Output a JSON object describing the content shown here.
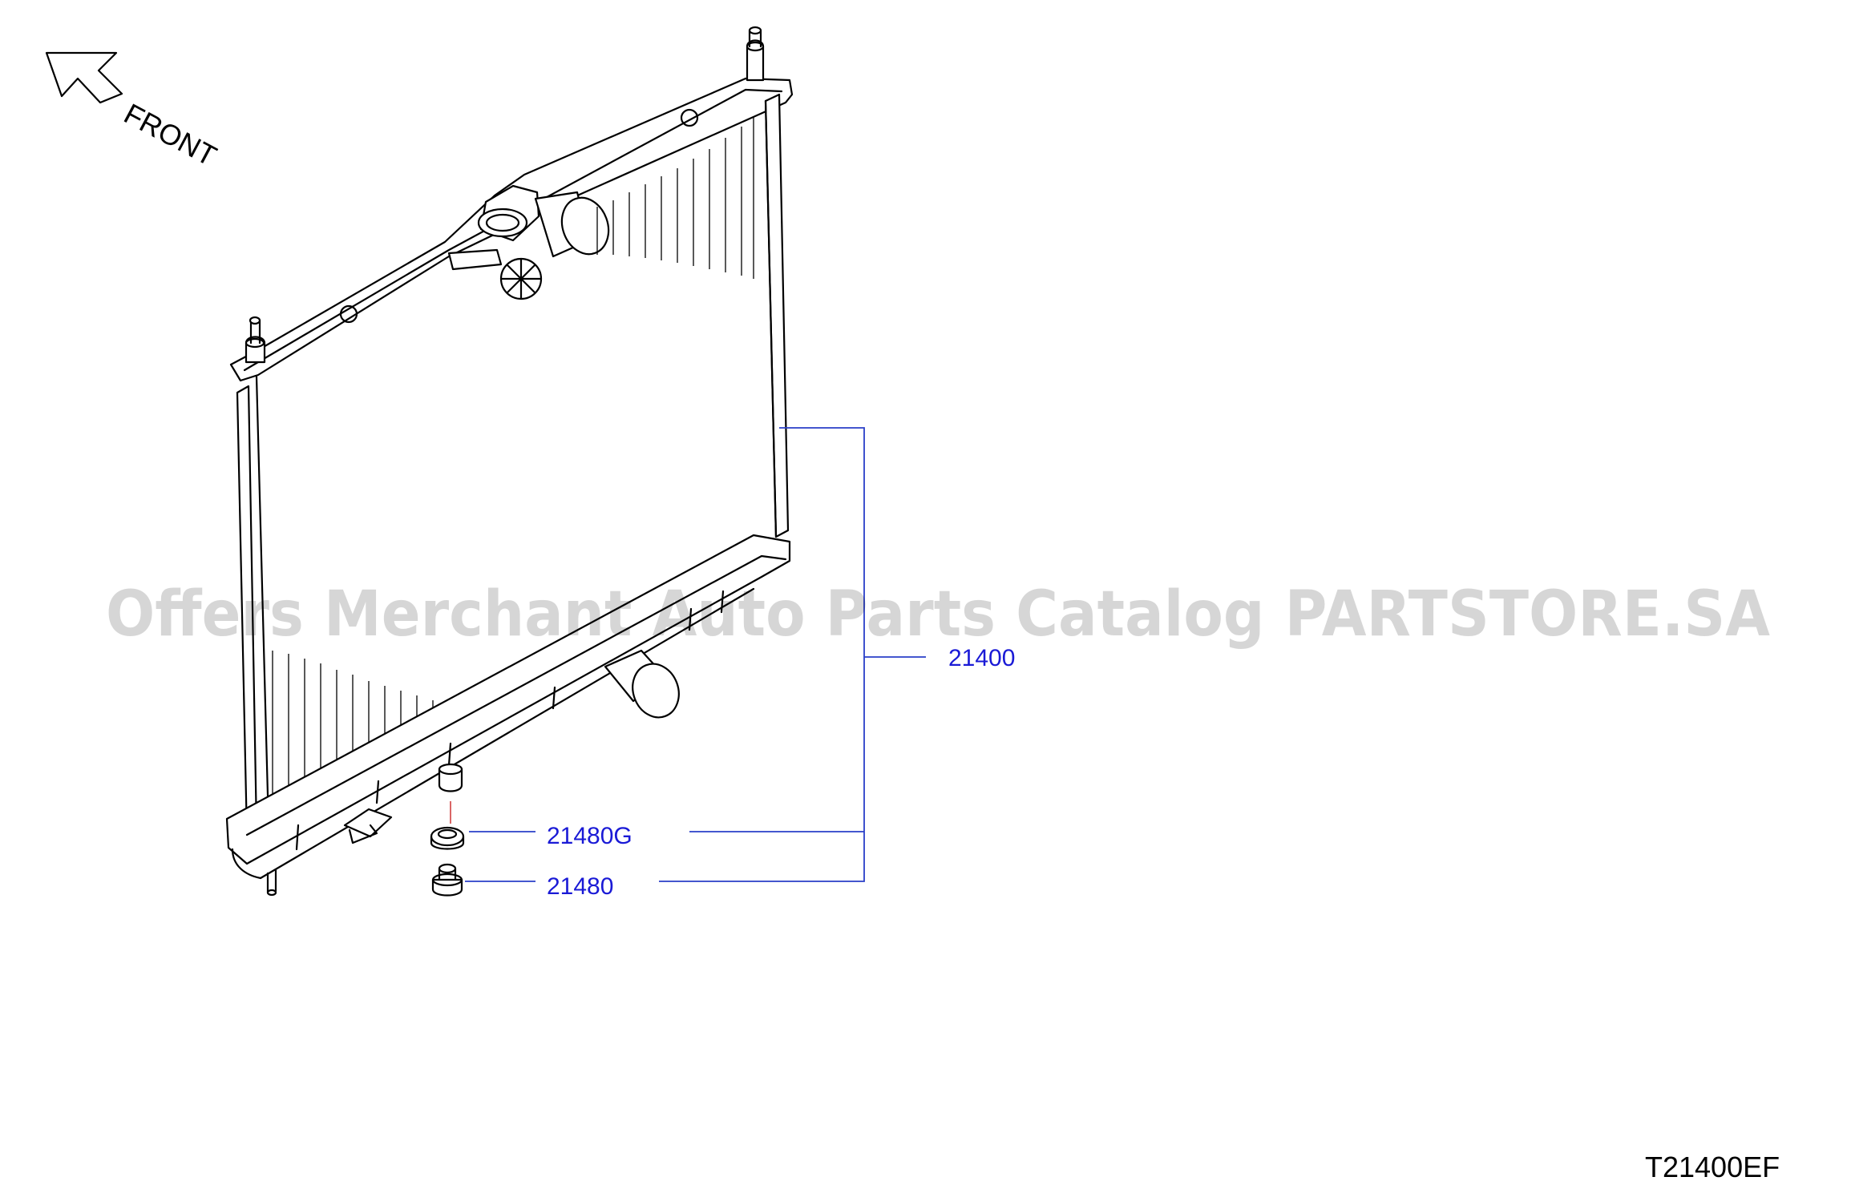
{
  "orientation": {
    "label": "FRONT",
    "icon": "front-arrow-icon"
  },
  "callouts": [
    {
      "part_number": "21400"
    },
    {
      "part_number": "21480G"
    },
    {
      "part_number": "21480"
    }
  ],
  "diagram_code": "T21400EF",
  "watermark": "Offers Merchant Auto Parts Catalog PARTSTORE.SA",
  "colors": {
    "callout_text": "#1a1ad6",
    "leader_line": "#2a3fc8",
    "line_art": "#000000",
    "background": "#ffffff"
  }
}
